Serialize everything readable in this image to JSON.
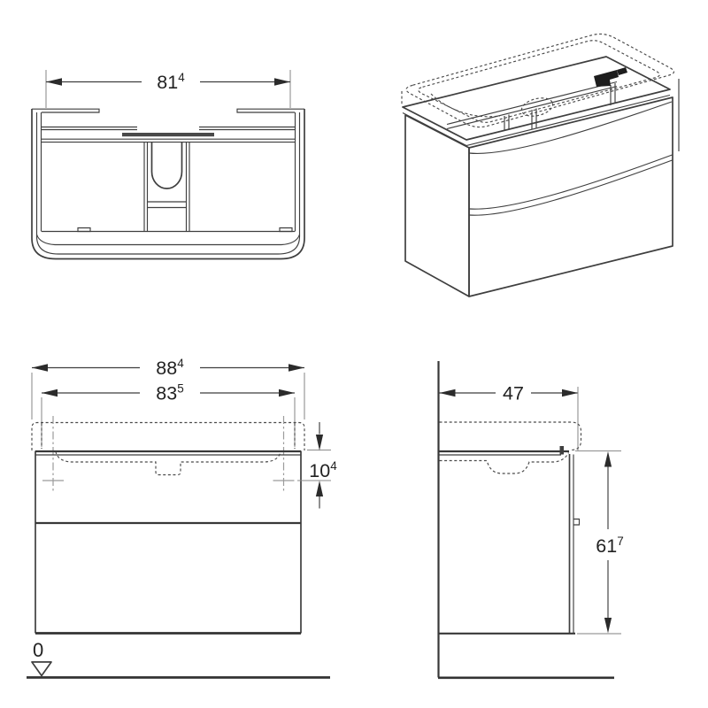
{
  "colors": {
    "line": "#3f3f3f",
    "thick_line": "#333333",
    "dashed_line": "#4a4a4a",
    "gray_line": "#9b9b9b",
    "text": "#222222",
    "bracket_black": "#1d1d1d",
    "background": "#ffffff"
  },
  "views": {
    "plan": {
      "width": {
        "value": "81",
        "sup": "4"
      }
    },
    "front": {
      "total_width": {
        "value": "88",
        "sup": "4"
      },
      "body_width": {
        "value": "83",
        "sup": "5"
      },
      "basin_height": {
        "value": "10",
        "sup": "4"
      },
      "datum_level": {
        "value": "0"
      }
    },
    "side": {
      "depth": {
        "value": "47",
        "sup": ""
      },
      "cabinet_height": {
        "value": "61",
        "sup": "7"
      }
    }
  }
}
